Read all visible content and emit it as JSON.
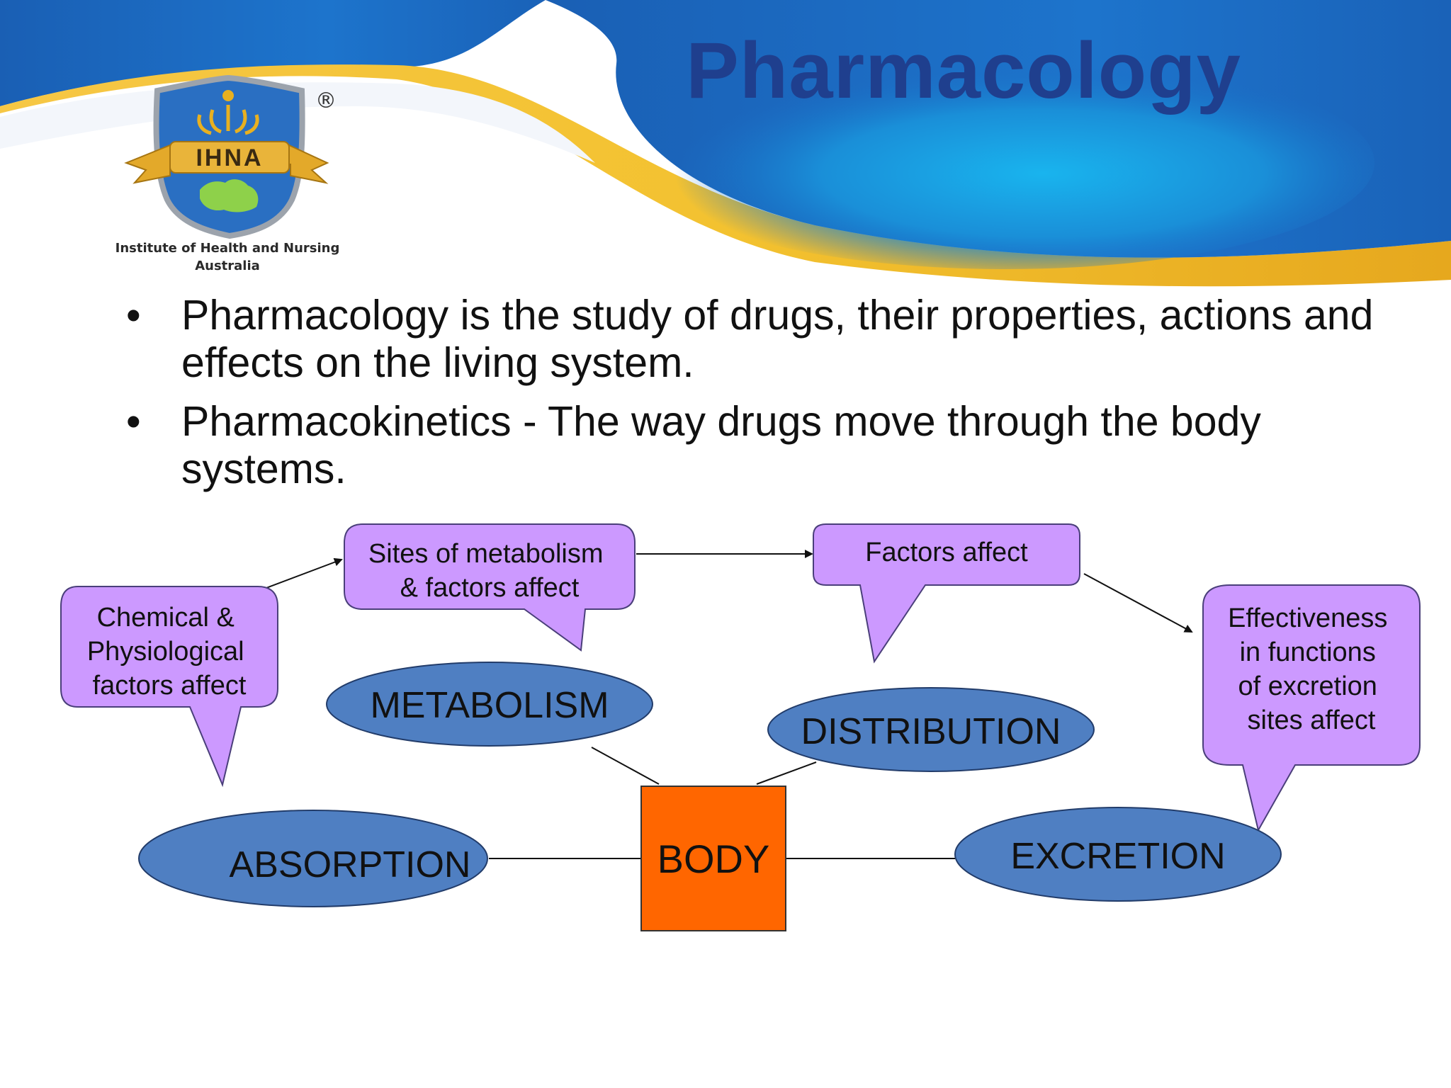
{
  "slide": {
    "title": "Pharmacology",
    "logo": {
      "emblem_text": "IHNA",
      "registered_mark": "®",
      "caption_line1": "Institute of Health and Nursing",
      "caption_line2": "Australia"
    },
    "bullets": [
      {
        "marker": "•",
        "text": "Pharmacology is the study of drugs, their properties, actions and effects on the living system."
      },
      {
        "marker": "•",
        "text": "Pharmacokinetics - The way drugs move through the body systems."
      }
    ]
  },
  "diagram": {
    "center": {
      "label": "BODY",
      "color": "#ff6600"
    },
    "processes": {
      "absorption": "ABSORPTION",
      "metabolism": "METABOLISM",
      "distribution": "DISTRIBUTION",
      "excretion": "EXCRETION"
    },
    "callouts": {
      "chemical": [
        "Chemical &",
        "Physiological",
        "factors affect"
      ],
      "sites": [
        "Sites of metabolism",
        "& factors affect"
      ],
      "factors": [
        "Factors affect"
      ],
      "effectiveness": [
        "Effectiveness",
        "in functions",
        "of excretion",
        "sites affect"
      ]
    },
    "colors": {
      "ellipse_fill": "#4f7fc2",
      "callout_fill": "#cc99ff",
      "title": "#1f3f8e",
      "header_blue": "#1a6ec4",
      "header_gold": "#f0b020"
    }
  }
}
